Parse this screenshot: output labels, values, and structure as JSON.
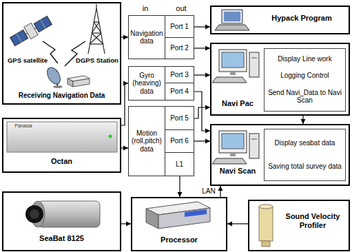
{
  "diagram": {
    "nodes": [
      {
        "text": [
          "GPS satellite",
          "DGPS Station",
          "Receiving Navigation Data"
        ]
      },
      {
        "text": [
          "Navigation data"
        ]
      },
      {
        "text": [
          "Port 1"
        ]
      },
      {
        "text": [
          "Port 2"
        ]
      },
      {
        "text": [
          "Gyro (heaving) data"
        ]
      },
      {
        "text": [
          "Port 3"
        ]
      },
      {
        "text": [
          "Port 4"
        ]
      },
      {
        "text": [
          "Motion (roll,pitch) data"
        ]
      },
      {
        "text": [
          "Port 5"
        ]
      },
      {
        "text": [
          "Port 6"
        ]
      },
      {
        "text": [
          "L1"
        ]
      },
      {
        "text": [
          "Hypack Program"
        ]
      },
      {
        "text": [
          "Navi Pac"
        ]
      },
      {
        "text": [
          "Display Line work",
          "Logging Control",
          "Send Navi_Data to Navi Scan"
        ],
        "in": 12
      },
      {
        "text": [
          "Navi Scan"
        ]
      },
      {
        "text": [
          "Display seabat data",
          "Saving total survey data"
        ],
        "in": 14
      },
      {
        "text": [
          "Octan"
        ]
      },
      {
        "text": [
          "SeaBat 8125"
        ]
      },
      {
        "text": [
          "Processor"
        ]
      },
      {
        "text": [
          "Sound Velocity Profiler"
        ]
      }
    ],
    "edges": [
      {
        "from": 0,
        "to": 1,
        "arrow": "to"
      },
      {
        "from": 2,
        "to": 11,
        "arrow": "to"
      },
      {
        "from": 3,
        "to": 12,
        "arrow": "to"
      },
      {
        "from": 16,
        "to": 4,
        "arrow": "to"
      },
      {
        "from": 16,
        "to": 7,
        "arrow": "to"
      },
      {
        "from": 5,
        "to": 12,
        "arrow": "to"
      },
      {
        "from": 6,
        "to": 14,
        "arrow": "to"
      },
      {
        "from": 8,
        "to": 12,
        "arrow": "to"
      },
      {
        "from": 9,
        "to": 14,
        "arrow": "to"
      },
      {
        "from": 12,
        "to": 14,
        "arrow": "to"
      },
      {
        "from": 10,
        "to": 18,
        "arrow": "to"
      },
      {
        "from": 18,
        "to": 14,
        "label": "LAN",
        "arrow": "to"
      },
      {
        "from": 17,
        "to": 18,
        "arrow": "to"
      },
      {
        "from": 19,
        "to": 18,
        "arrow": "to"
      }
    ],
    "labels": [
      "in",
      "out",
      "Panasia"
    ]
  }
}
